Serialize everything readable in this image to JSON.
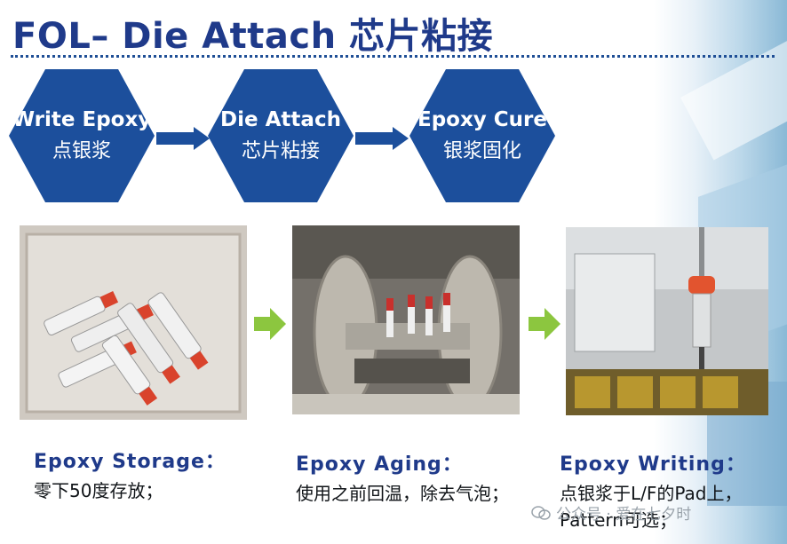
{
  "title": "FOL– Die Attach 芯片粘接",
  "steps": [
    {
      "en": "Write Epoxy",
      "zh": "点银浆"
    },
    {
      "en": "Die Attach",
      "zh": "芯片粘接"
    },
    {
      "en": "Epoxy Cure",
      "zh": "银浆固化"
    }
  ],
  "captions": [
    {
      "title": "Epoxy  Storage：",
      "desc": "零下50度存放；"
    },
    {
      "title": "Epoxy  Aging：",
      "desc": "使用之前回温，除去气泡；"
    },
    {
      "title": "Epoxy  Writing：",
      "desc": "点银浆于L/F的Pad上，Pattern可选；"
    }
  ],
  "watermark": "公众号 · 爱在七夕时",
  "colors": {
    "step_fill": "#1c4f9c",
    "title": "#1f3a8a",
    "arrow_green": "#8cc63f"
  }
}
